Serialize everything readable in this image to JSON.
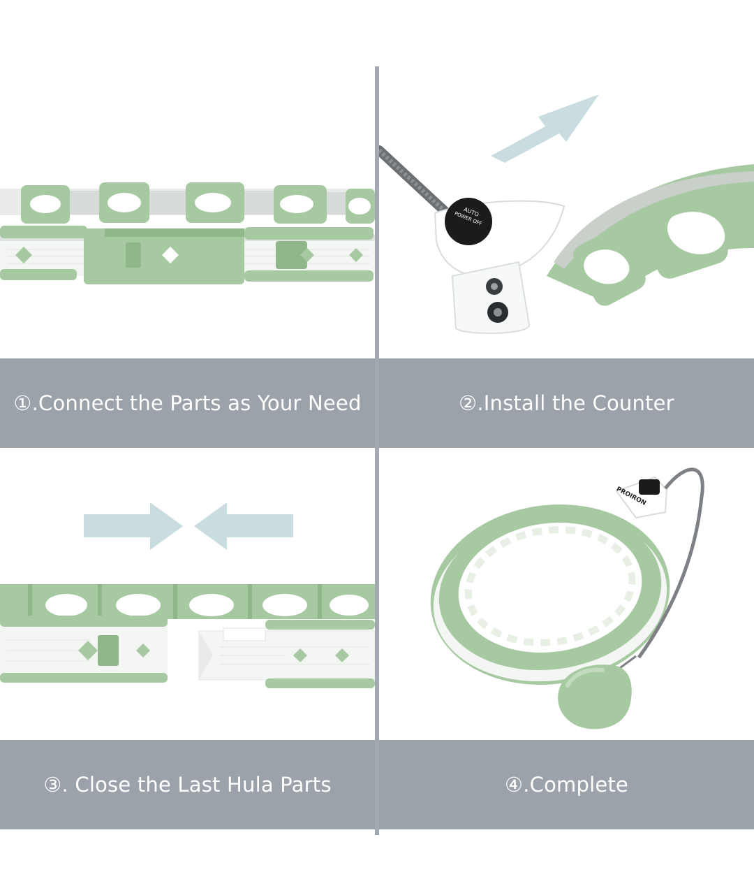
{
  "colors": {
    "caption_bar": "#9ba2a9",
    "hoop_green": "#a7c9a2",
    "hoop_green_dark": "#8fb78a",
    "hoop_white": "#f4f6f4",
    "arrow_blue": "#c9dde0",
    "counter_black": "#1b1b1d"
  },
  "steps": [
    {
      "caption": "①.Connect the Parts as Your Need",
      "image": "hoop-segments-connect-illustration"
    },
    {
      "caption": "②.Install the Counter",
      "image": "counter-install-illustration"
    },
    {
      "caption": "③. Close the Last Hula Parts",
      "image": "hoop-close-illustration"
    },
    {
      "caption": "④.Complete",
      "image": "complete-hoop-illustration"
    }
  ],
  "counter": {
    "line1": "AUTO",
    "line2": "POWER OFF"
  },
  "brand_logo": "PROIRON"
}
